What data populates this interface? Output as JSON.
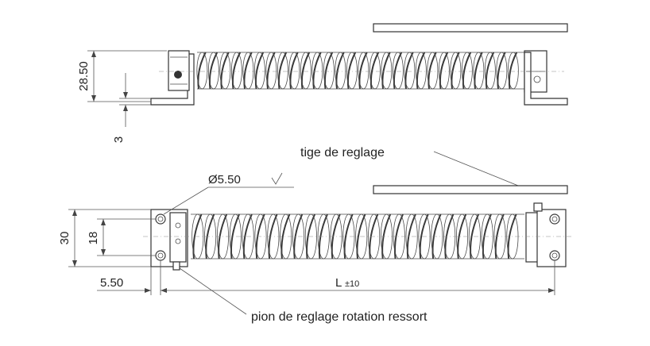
{
  "labels": {
    "adjust_rod": "tige de reglage",
    "rotation_pin": "pion de reglage rotation ressort"
  },
  "dimensions": {
    "height_top": "28.50",
    "bracket_thickness": "3",
    "height_bottom": "30",
    "hole_spacing": "18",
    "edge_offset": "5.50",
    "hole_diameter": "Ø5.50",
    "length_symbol": "L",
    "length_tolerance": "±10"
  }
}
